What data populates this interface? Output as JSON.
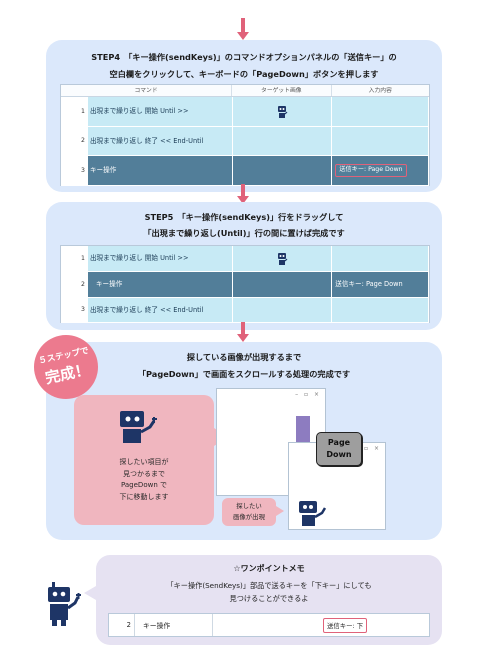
{
  "columns": {
    "command": "コマンド",
    "target": "ターゲット画像",
    "input": "入力内容"
  },
  "step4": {
    "line1": "STEP4　「キー操作(sendKeys)」のコマンドオプションパネルの「送信キー」の",
    "line2": "空白欄をクリックして、キーボードの「PageDown」ボタンを押します",
    "rows": [
      {
        "num": "1",
        "command": "出現まで繰り返し 開始 Until >>",
        "input": ""
      },
      {
        "num": "2",
        "command": "出現まで繰り返し 終了 << End-Until",
        "input": ""
      },
      {
        "num": "3",
        "command": "キー操作",
        "input": "送信キー: Page Down"
      }
    ]
  },
  "step5": {
    "line1": "STEP5　「キー操作(sendKeys)」行をドラッグして",
    "line2": "「出現まで繰り返し(Until)」行の間に置けば完成です",
    "rows": [
      {
        "num": "1",
        "command": "出現まで繰り返し 開始 Until >>",
        "input": ""
      },
      {
        "num": "2",
        "command": "キー操作",
        "input": "送信キー: Page Down"
      },
      {
        "num": "3",
        "command": "出現まで繰り返し 終了 << End-Until",
        "input": ""
      }
    ]
  },
  "done": {
    "badge_line1": "５ステップで",
    "badge_line2": "完成！",
    "line1": "探している画像が出現するまで",
    "line2": "「PageDown」で画面をスクロールする処理の完成です",
    "note_lines": [
      "探したい項目が",
      "見つかるまで",
      "PageDown で",
      "下に移動します"
    ],
    "pagedown_label_1": "Page",
    "pagedown_label_2": "Down",
    "win_controls": "– ▫ ×",
    "found_label_1": "探したい",
    "found_label_2": "画像が出現"
  },
  "tip": {
    "title": "☆ワンポイントメモ",
    "line1": "「キー操作(SendKeys)」部品で送るキーを「下キー」にしても",
    "line2": "見つけることができるよ",
    "row_num": "2",
    "row_command": "キー操作",
    "row_input": "送信キー: 下"
  },
  "colors": {
    "accent_pink": "#e0627a",
    "panel_blue": "#dbe8fb",
    "row_light": "#c7eaf5",
    "row_dark": "#527e99",
    "tip_lilac": "#e6e2f2",
    "arrow_purple": "#8d7cc0",
    "robot_navy": "#1e3566"
  }
}
